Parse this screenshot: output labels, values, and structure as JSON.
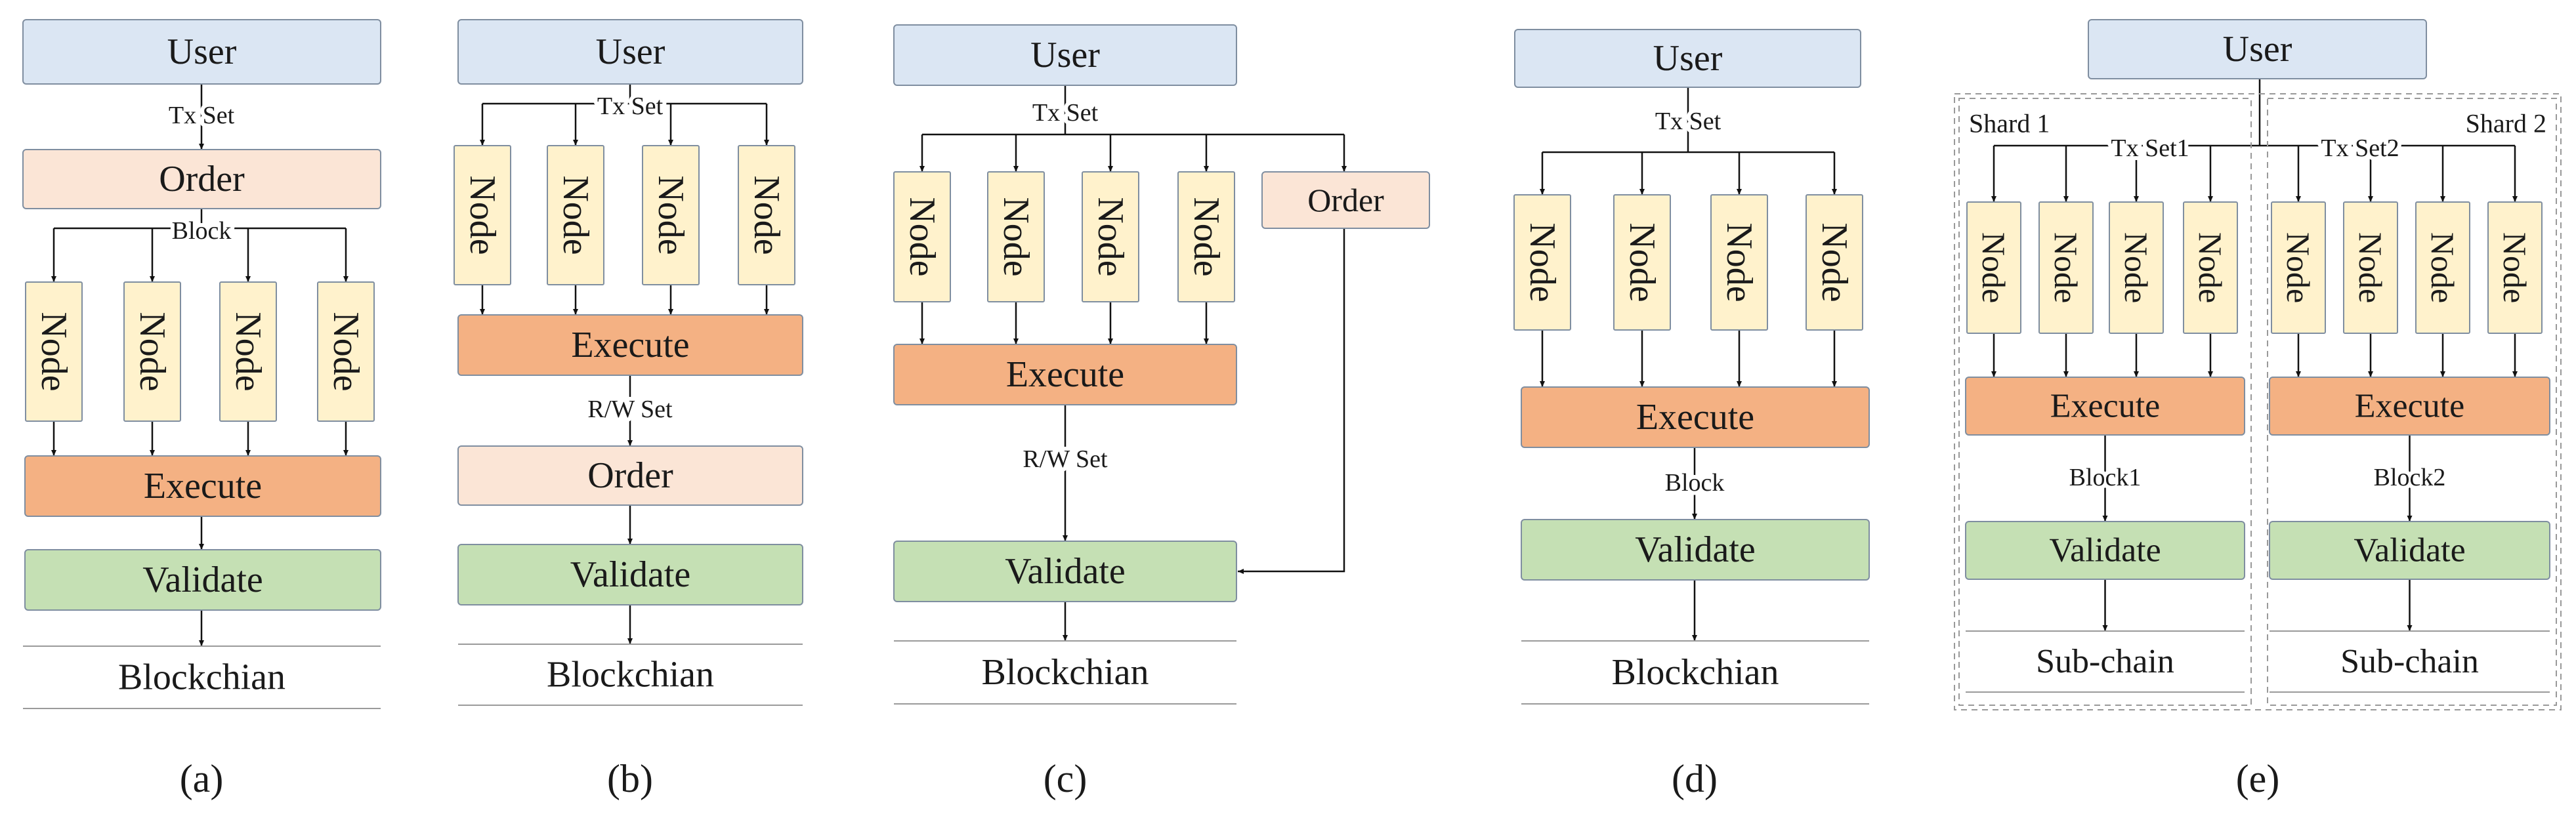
{
  "colors": {
    "user": "#dbe6f3",
    "order": "#fbe5d6",
    "node": "#fff2cc",
    "execute": "#f4b183",
    "validate": "#c5e0b4",
    "stroke": "#7f8ea0",
    "line": "#111111",
    "shard_border": "#999999"
  },
  "panels": [
    {
      "caption": "(a)",
      "user": "User",
      "txset": "Tx Set",
      "order": "Order",
      "block": "Block",
      "nodes": [
        "Node",
        "Node",
        "Node",
        "Node"
      ],
      "execute": "Execute",
      "validate": "Validate",
      "chain": "Blockchian"
    },
    {
      "caption": "(b)",
      "user": "User",
      "txset": "Tx Set",
      "nodes": [
        "Node",
        "Node",
        "Node",
        "Node"
      ],
      "execute": "Execute",
      "rwset": "R/W Set",
      "order": "Order",
      "validate": "Validate",
      "chain": "Blockchian"
    },
    {
      "caption": "(c)",
      "user": "User",
      "txset": "Tx Set",
      "nodes": [
        "Node",
        "Node",
        "Node",
        "Node"
      ],
      "order": "Order",
      "execute": "Execute",
      "rwset": "R/W Set",
      "validate": "Validate",
      "chain": "Blockchian"
    },
    {
      "caption": "(d)",
      "user": "User",
      "txset": "Tx Set",
      "nodes": [
        "Node",
        "Node",
        "Node",
        "Node"
      ],
      "execute": "Execute",
      "block": "Block",
      "validate": "Validate",
      "chain": "Blockchian"
    },
    {
      "caption": "(e)",
      "user": "User",
      "shards": [
        {
          "label": "Shard 1",
          "txset": "Tx Set1",
          "nodes": [
            "Node",
            "Node",
            "Node",
            "Node"
          ],
          "execute": "Execute",
          "block": "Block1",
          "validate": "Validate",
          "chain": "Sub-chain"
        },
        {
          "label": "Shard 2",
          "txset": "Tx Set2",
          "nodes": [
            "Node",
            "Node",
            "Node",
            "Node"
          ],
          "execute": "Execute",
          "block": "Block2",
          "validate": "Validate",
          "chain": "Sub-chain"
        }
      ]
    }
  ]
}
